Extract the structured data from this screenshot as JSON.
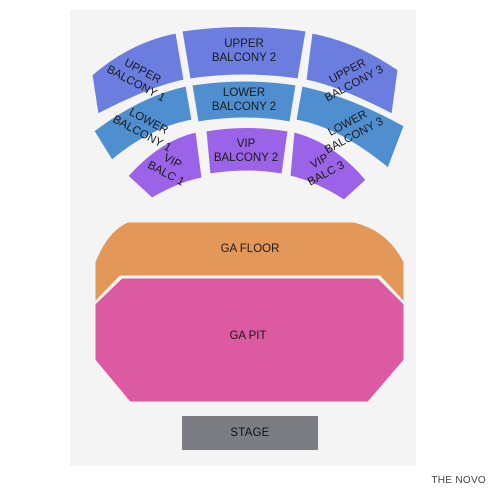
{
  "venue_name": "THE NOVO",
  "stage_label": "STAGE",
  "colors": {
    "upper_balcony": "#6b7ee0",
    "lower_balcony": "#4f8fcf",
    "vip": "#9b63e7",
    "ga_floor": "#e3985a",
    "ga_pit": "#dc5aa2",
    "stage": "#7c7d82",
    "background_panel": "#f4f4f4"
  },
  "sections": {
    "upper_balcony_1": [
      "UPPER",
      "BALCONY 1"
    ],
    "upper_balcony_2": [
      "UPPER",
      "BALCONY 2"
    ],
    "upper_balcony_3": [
      "UPPER",
      "BALCONY 3"
    ],
    "lower_balcony_1": [
      "LOWER",
      "BALCONY 1"
    ],
    "lower_balcony_2": [
      "LOWER",
      "BALCONY 2"
    ],
    "lower_balcony_3": [
      "LOWER",
      "BALCONY 3"
    ],
    "vip_balc_1": [
      "VIP",
      "BALC 1"
    ],
    "vip_balcony_2": [
      "VIP",
      "BALCONY 2"
    ],
    "vip_balc_3": [
      "VIP",
      "BALC 3"
    ],
    "ga_floor": "GA FLOOR",
    "ga_pit": "GA PIT"
  }
}
